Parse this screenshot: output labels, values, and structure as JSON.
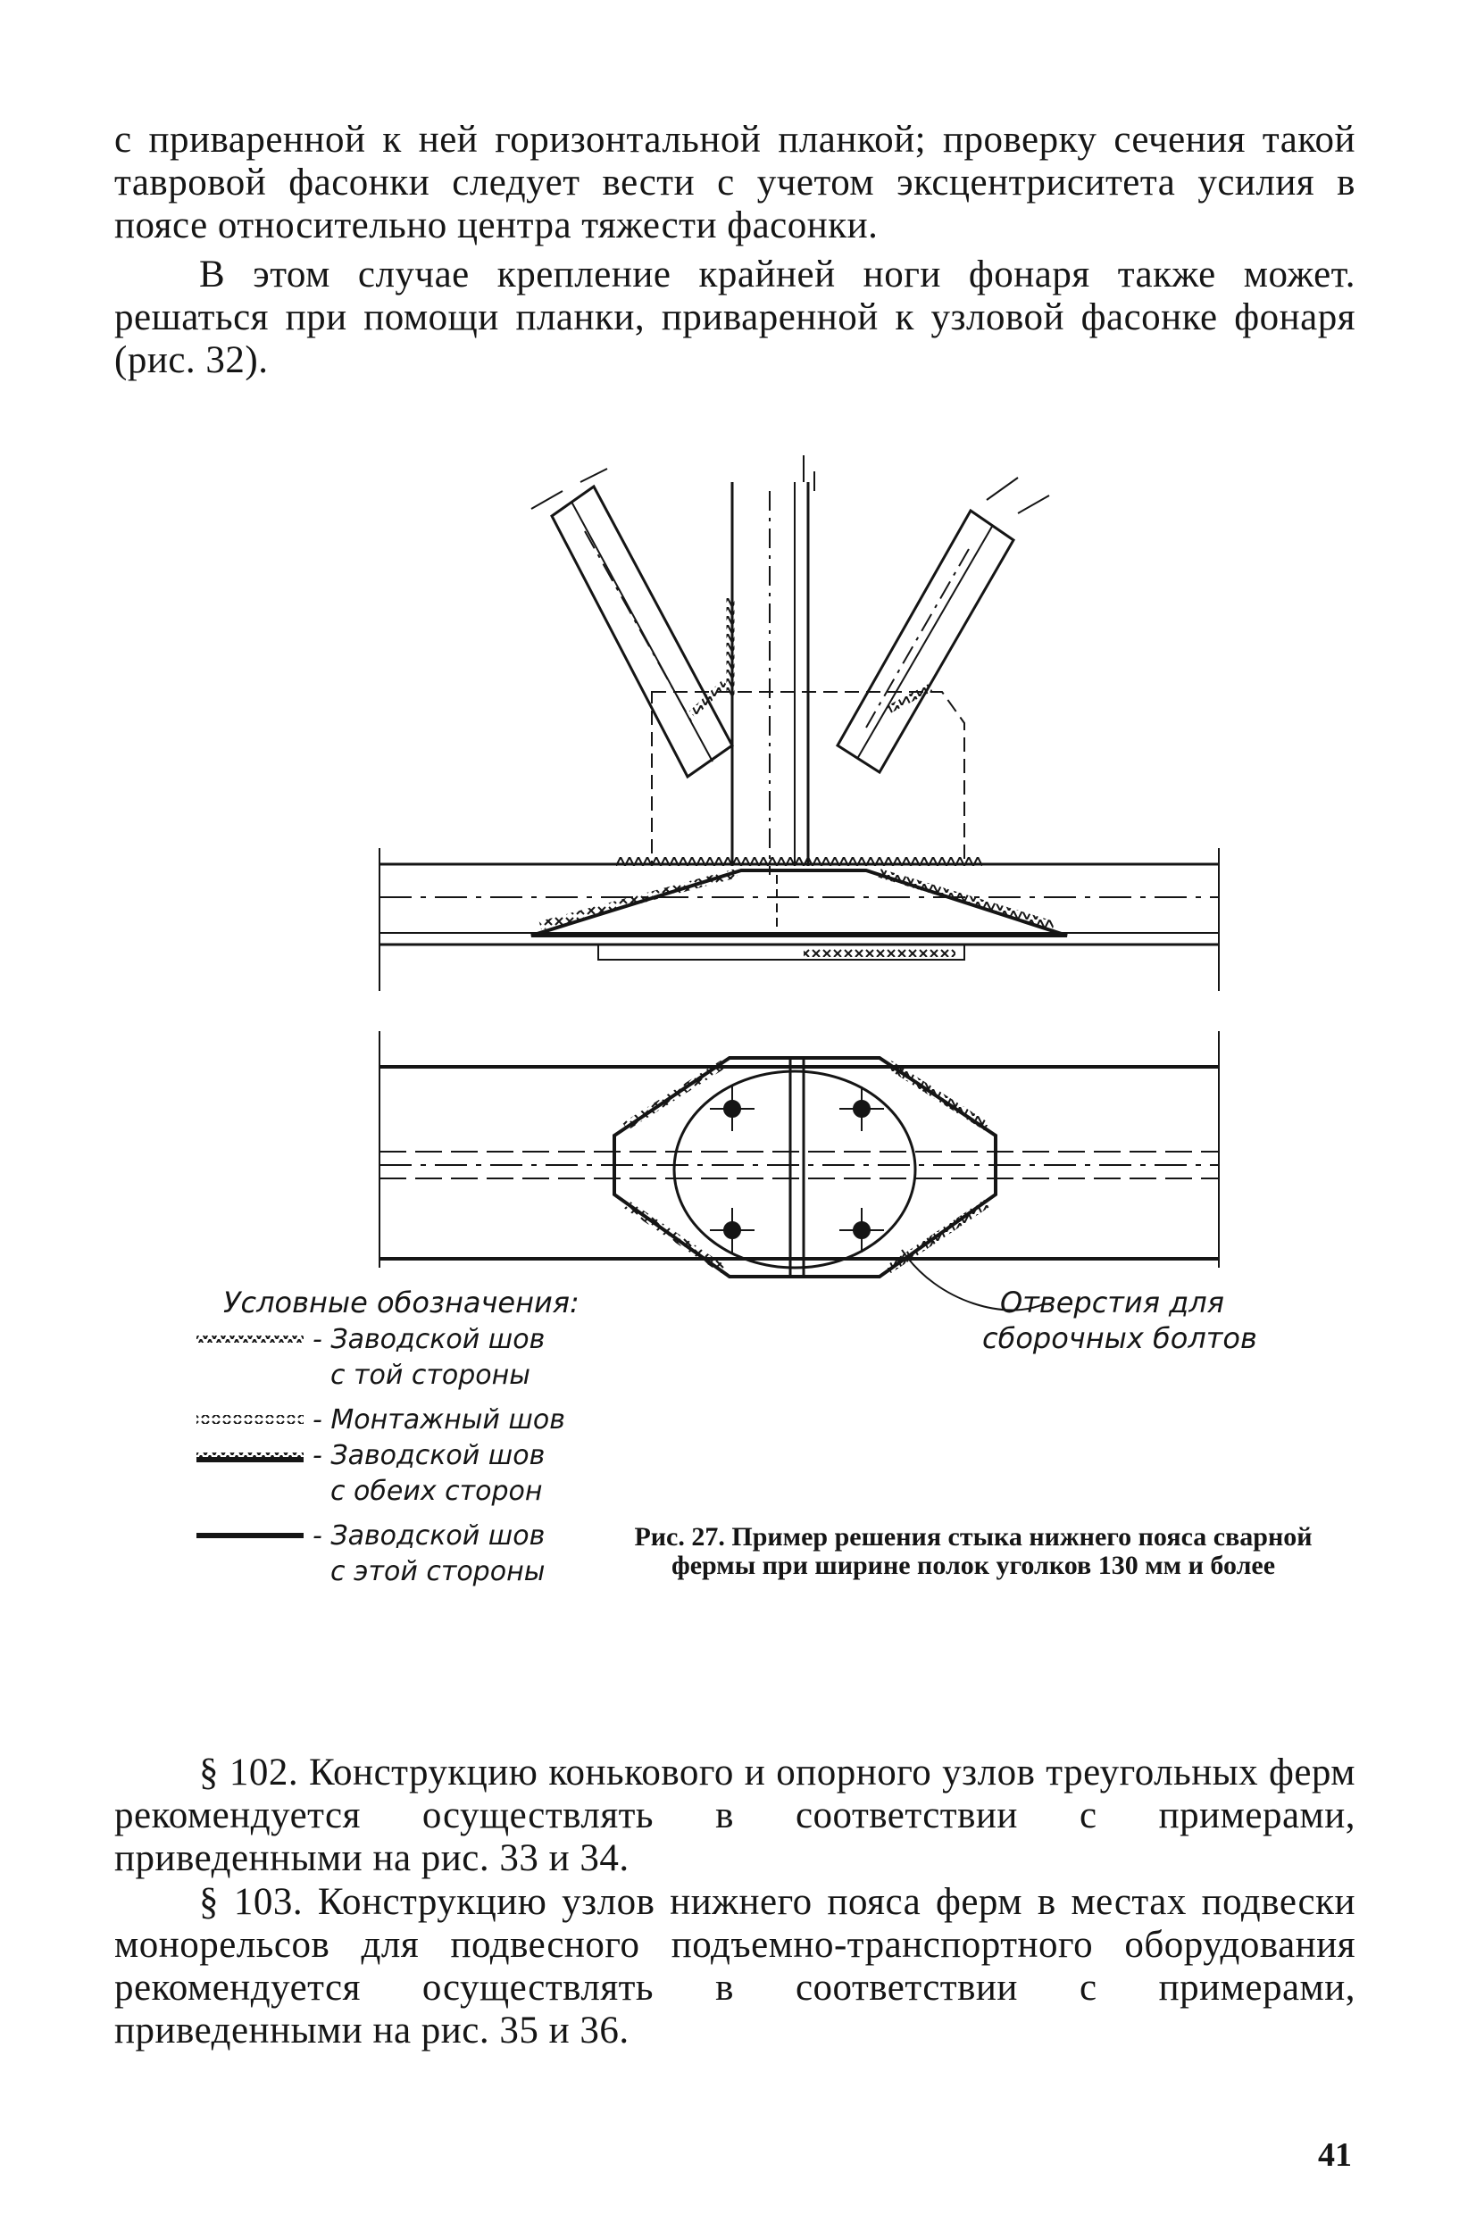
{
  "text": {
    "p1": "с приваренной к ней горизонтальной планкой; проверку сечения такой тавровой фасонки следует вести с учетом эксцентриситета усилия в поясе относительно центра тяжести фасонки.",
    "p2": "В этом случае крепление крайней ноги фонаря также может. решаться при помощи планки, приваренной к узловой фасонке фонаря (рис. 32).",
    "p3": "§ 102. Конструкцию конькового и опорного узлов треугольных ферм рекомендуется осуществлять в соответствии с примерами, приведенными на рис. 33 и 34.",
    "p4": "§ 103. Конструкцию узлов нижнего пояса ферм в местах подвески монорельсов для подвесного подъемно-транспортного оборудования рекомендуется осуществлять в соответствии с примерами, приведенными на рис. 35 и 36."
  },
  "figure": {
    "legend_title": "Условные обозначения:",
    "legend_items": [
      {
        "line1": "- Заводской шов",
        "line2": "с той стороны"
      },
      {
        "line1": "- Монтажный шов",
        "line2": ""
      },
      {
        "line1": "- Заводской шов",
        "line2": "с обеих сторон"
      },
      {
        "line1": "- Заводской шов",
        "line2": "с этой стороны"
      }
    ],
    "holes_label_line1": "Отверстия для",
    "holes_label_line2": "сборочных болтов",
    "caption": "Рис. 27. Пример решения стыка нижнего пояса сварной фермы при ширине полок уголков 130 мм и более"
  },
  "page_number": "41"
}
